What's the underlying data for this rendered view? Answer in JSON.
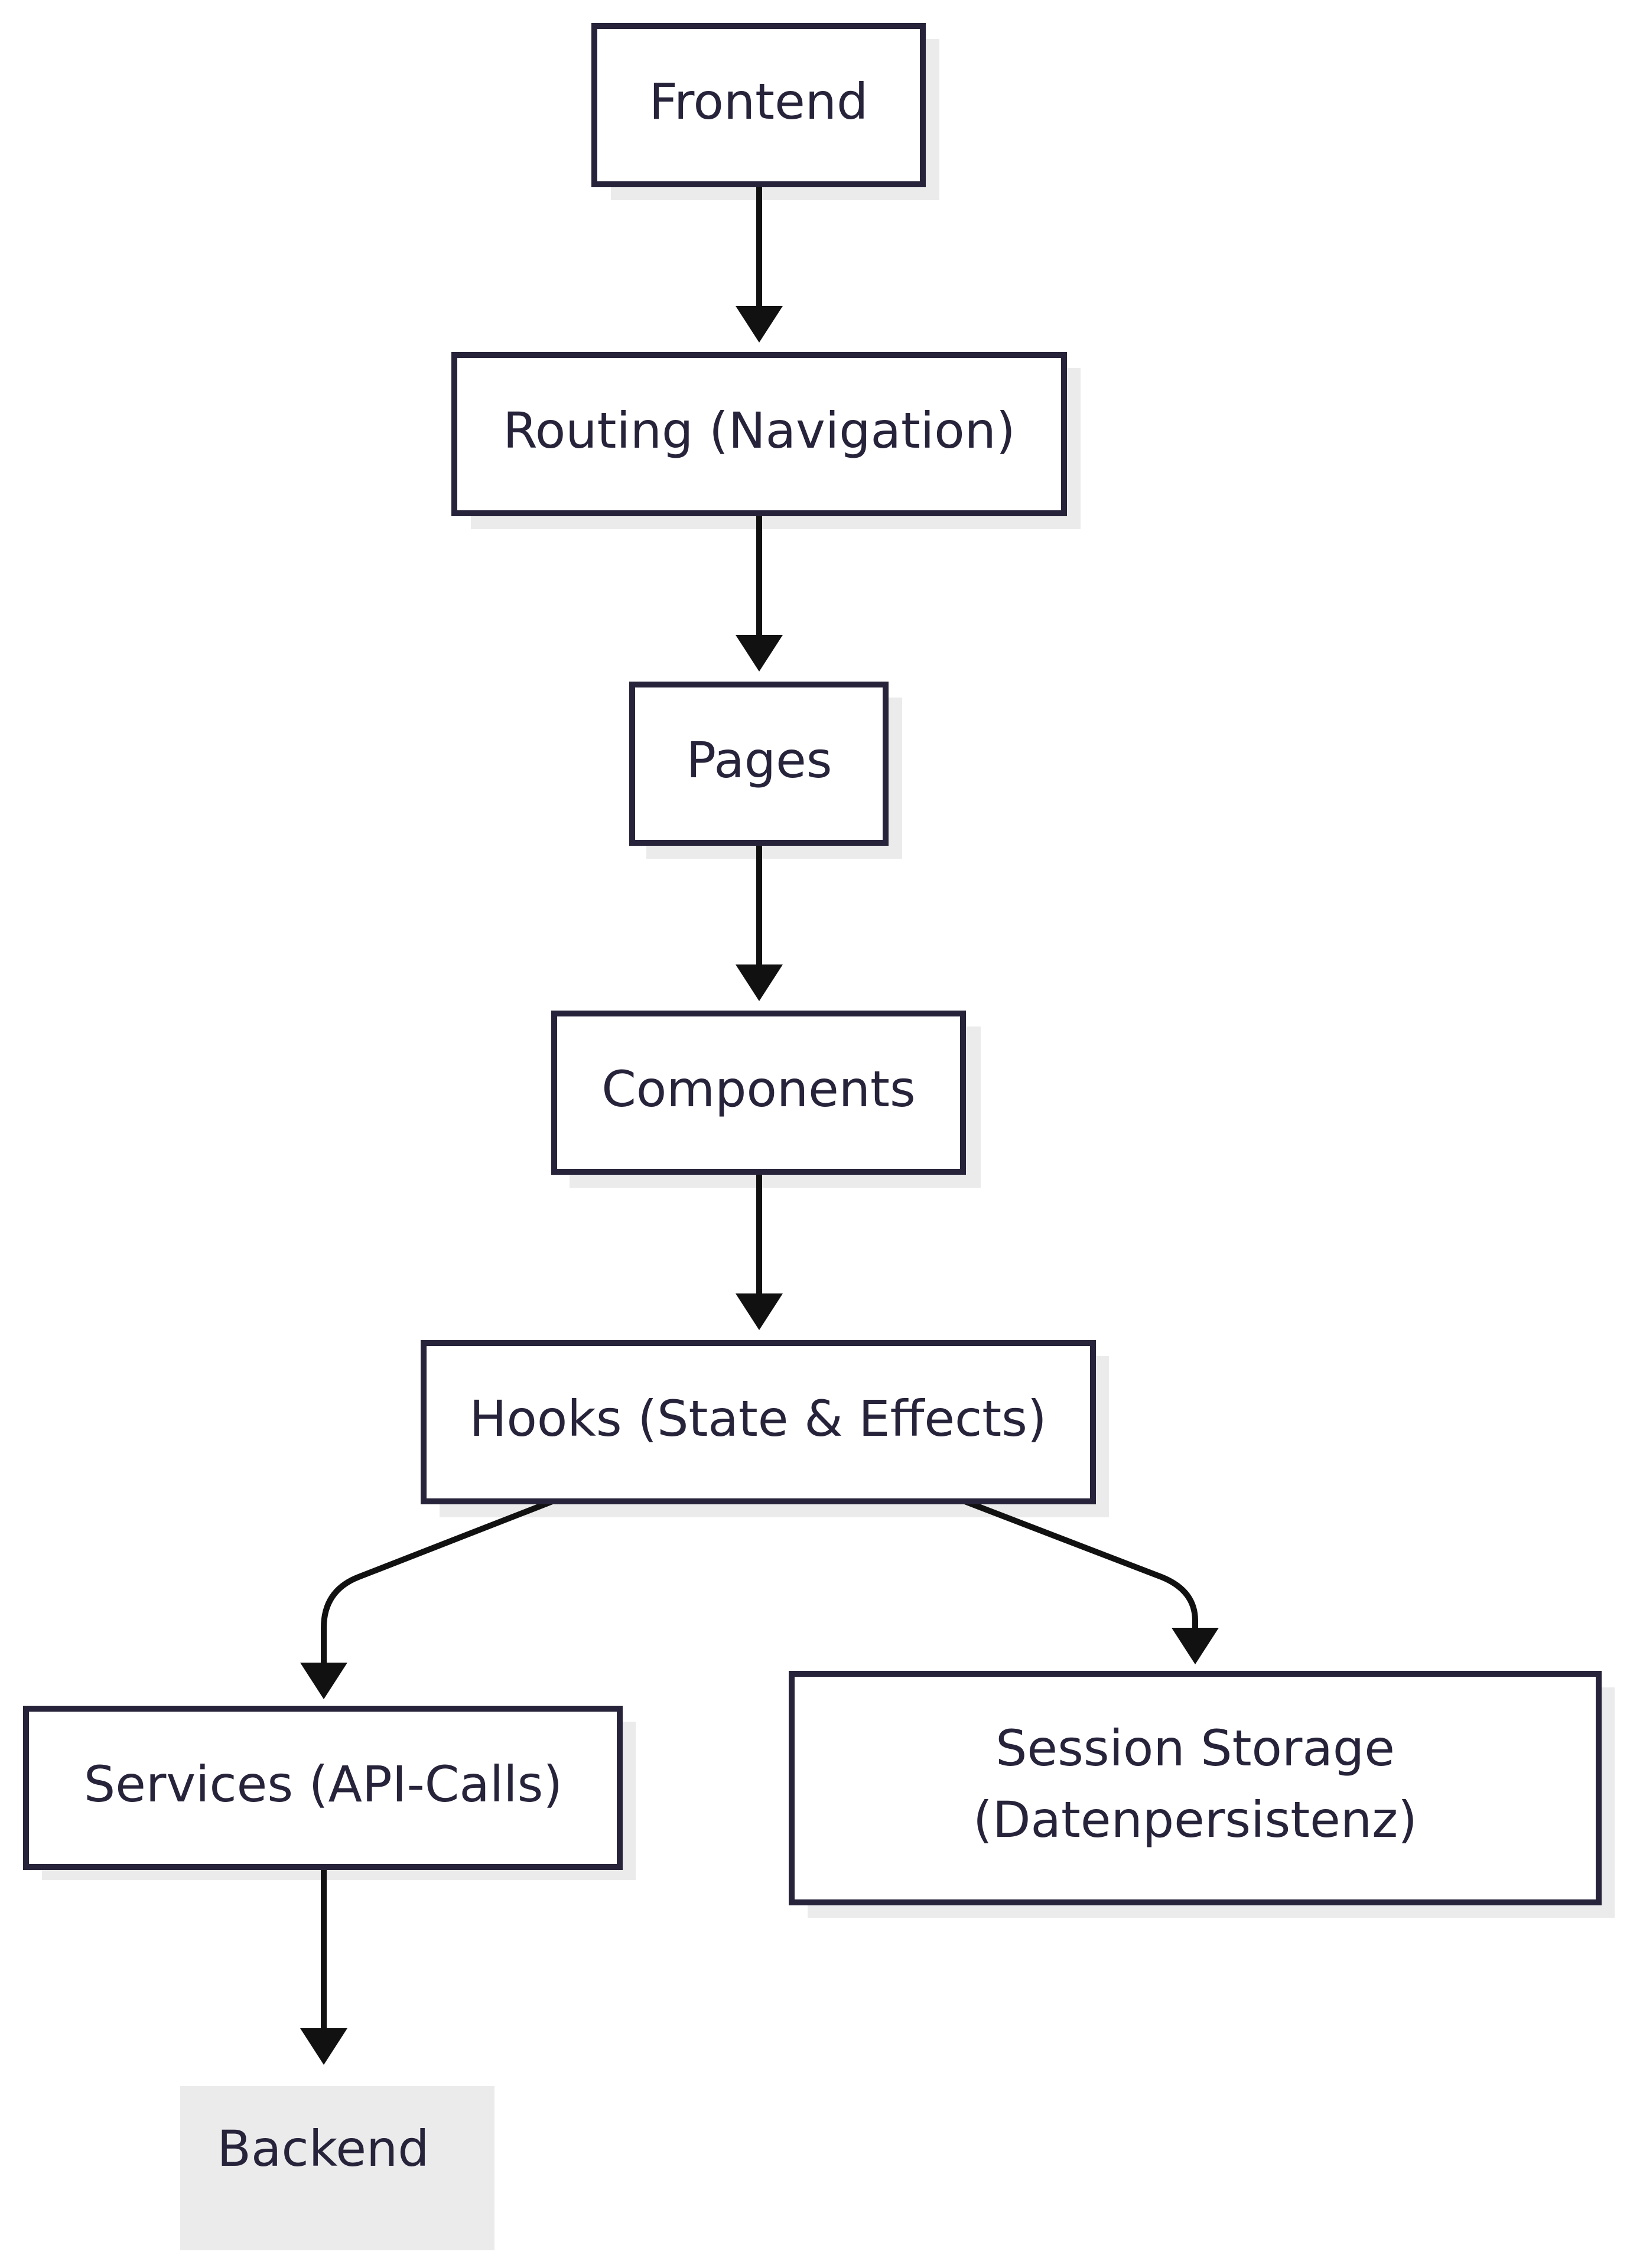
{
  "diagram": {
    "nodes": [
      {
        "id": "frontend",
        "label": "Frontend"
      },
      {
        "id": "routing",
        "label": "Routing (Navigation)"
      },
      {
        "id": "pages",
        "label": "Pages"
      },
      {
        "id": "components",
        "label": "Components"
      },
      {
        "id": "hooks",
        "label": "Hooks (State & Effects)"
      },
      {
        "id": "services",
        "label": "Services (API-Calls)"
      },
      {
        "id": "session",
        "label_line1": "Session Storage",
        "label_line2": "(Datenpersistenz)"
      },
      {
        "id": "backend",
        "label": "Backend"
      }
    ],
    "edges": [
      {
        "from": "frontend",
        "to": "routing"
      },
      {
        "from": "routing",
        "to": "pages"
      },
      {
        "from": "pages",
        "to": "components"
      },
      {
        "from": "components",
        "to": "hooks"
      },
      {
        "from": "hooks",
        "to": "services"
      },
      {
        "from": "hooks",
        "to": "session"
      },
      {
        "from": "services",
        "to": "backend"
      }
    ]
  }
}
